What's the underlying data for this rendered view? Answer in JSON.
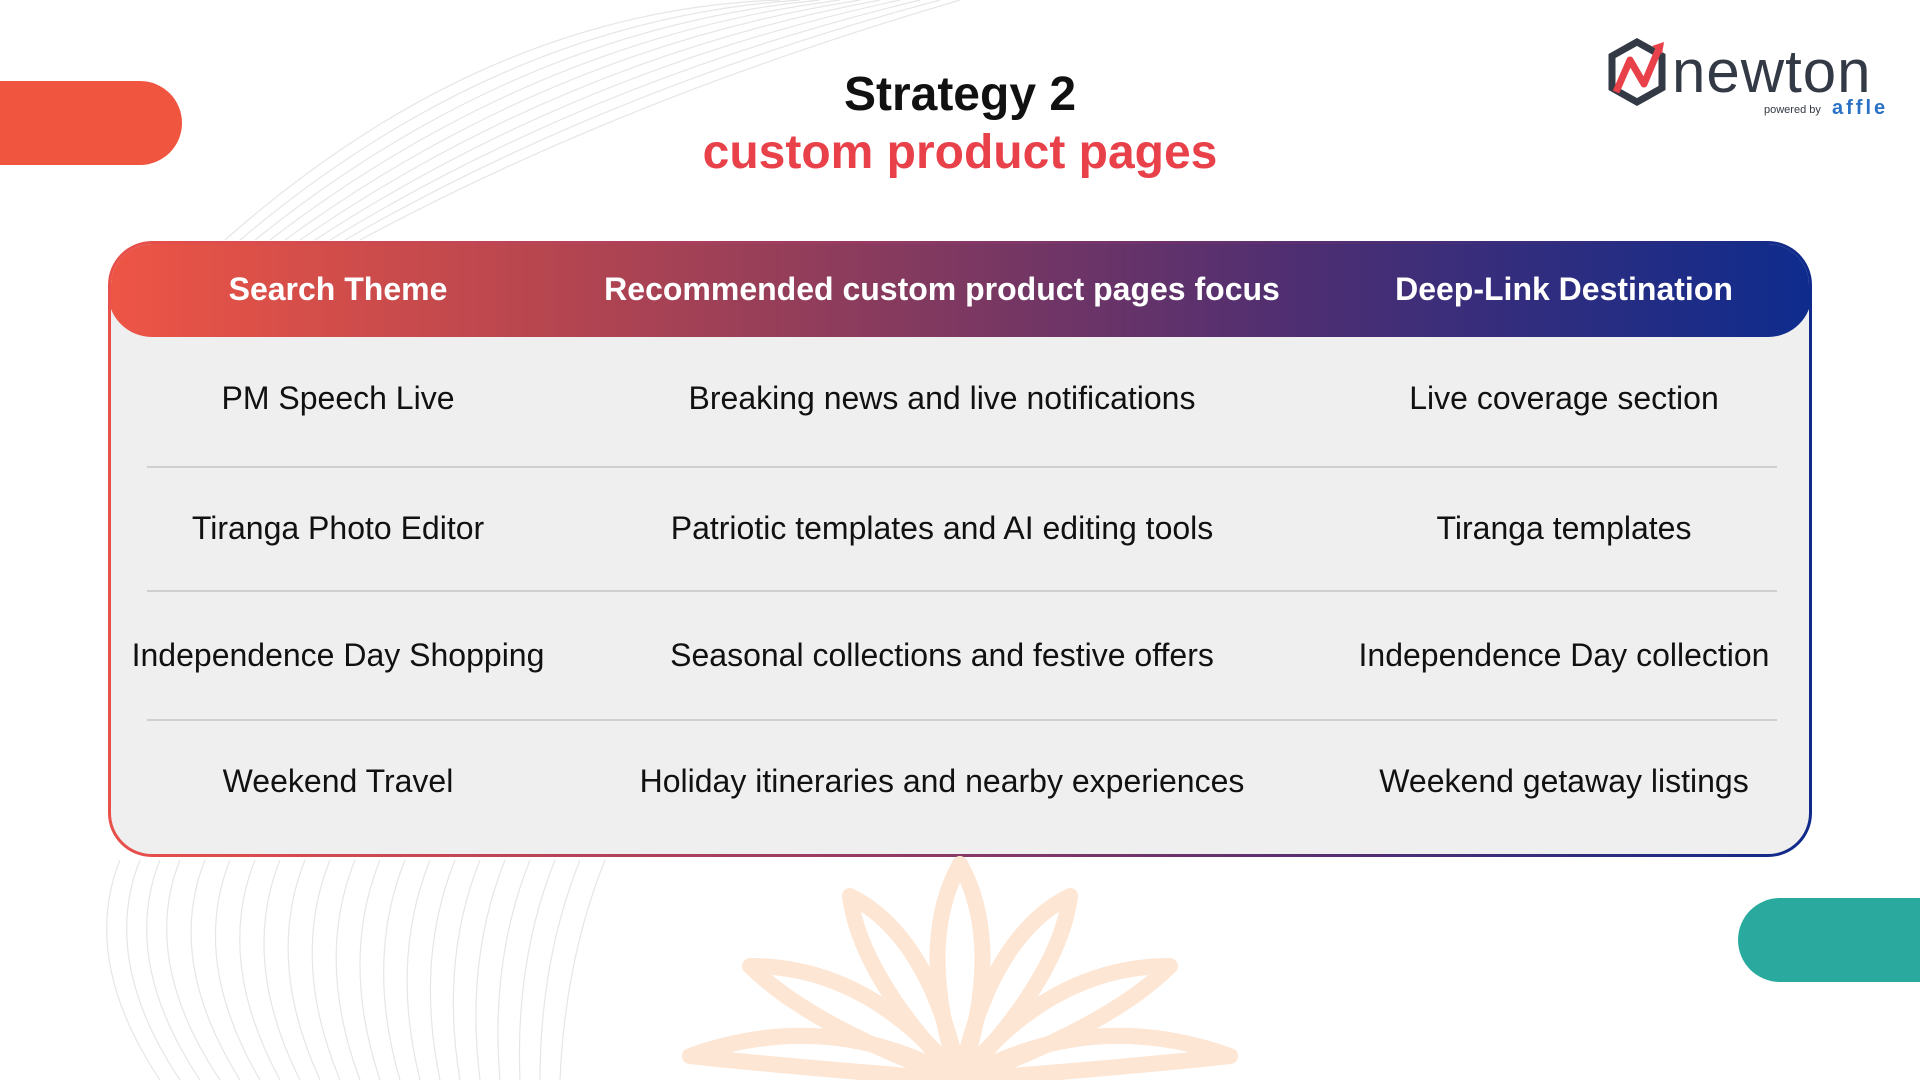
{
  "title": {
    "line1": "Strategy 2",
    "line2": "custom product pages"
  },
  "logo": {
    "word": "newton",
    "powered_by": "powered by",
    "brand": "affle"
  },
  "table": {
    "headers": [
      "Search Theme",
      "Recommended custom product pages focus",
      "Deep-Link Destination"
    ],
    "rows": [
      [
        "PM Speech Live",
        "Breaking news and live notifications",
        "Live coverage section"
      ],
      [
        "Tiranga Photo Editor",
        "Patriotic templates and AI editing tools",
        "Tiranga templates"
      ],
      [
        "Independence Day Shopping",
        "Seasonal collections and festive offers",
        "Independence Day collection"
      ],
      [
        "Weekend Travel",
        "Holiday itineraries and nearby experiences",
        "Weekend getaway listings"
      ]
    ]
  },
  "colors": {
    "title_accent": "#e8414a",
    "header_gradient_start": "#ee5545",
    "header_gradient_end": "#0e2c8d",
    "left_pill": "#f0553f",
    "right_pill": "#2aaa9f",
    "table_body": "#efefef"
  }
}
